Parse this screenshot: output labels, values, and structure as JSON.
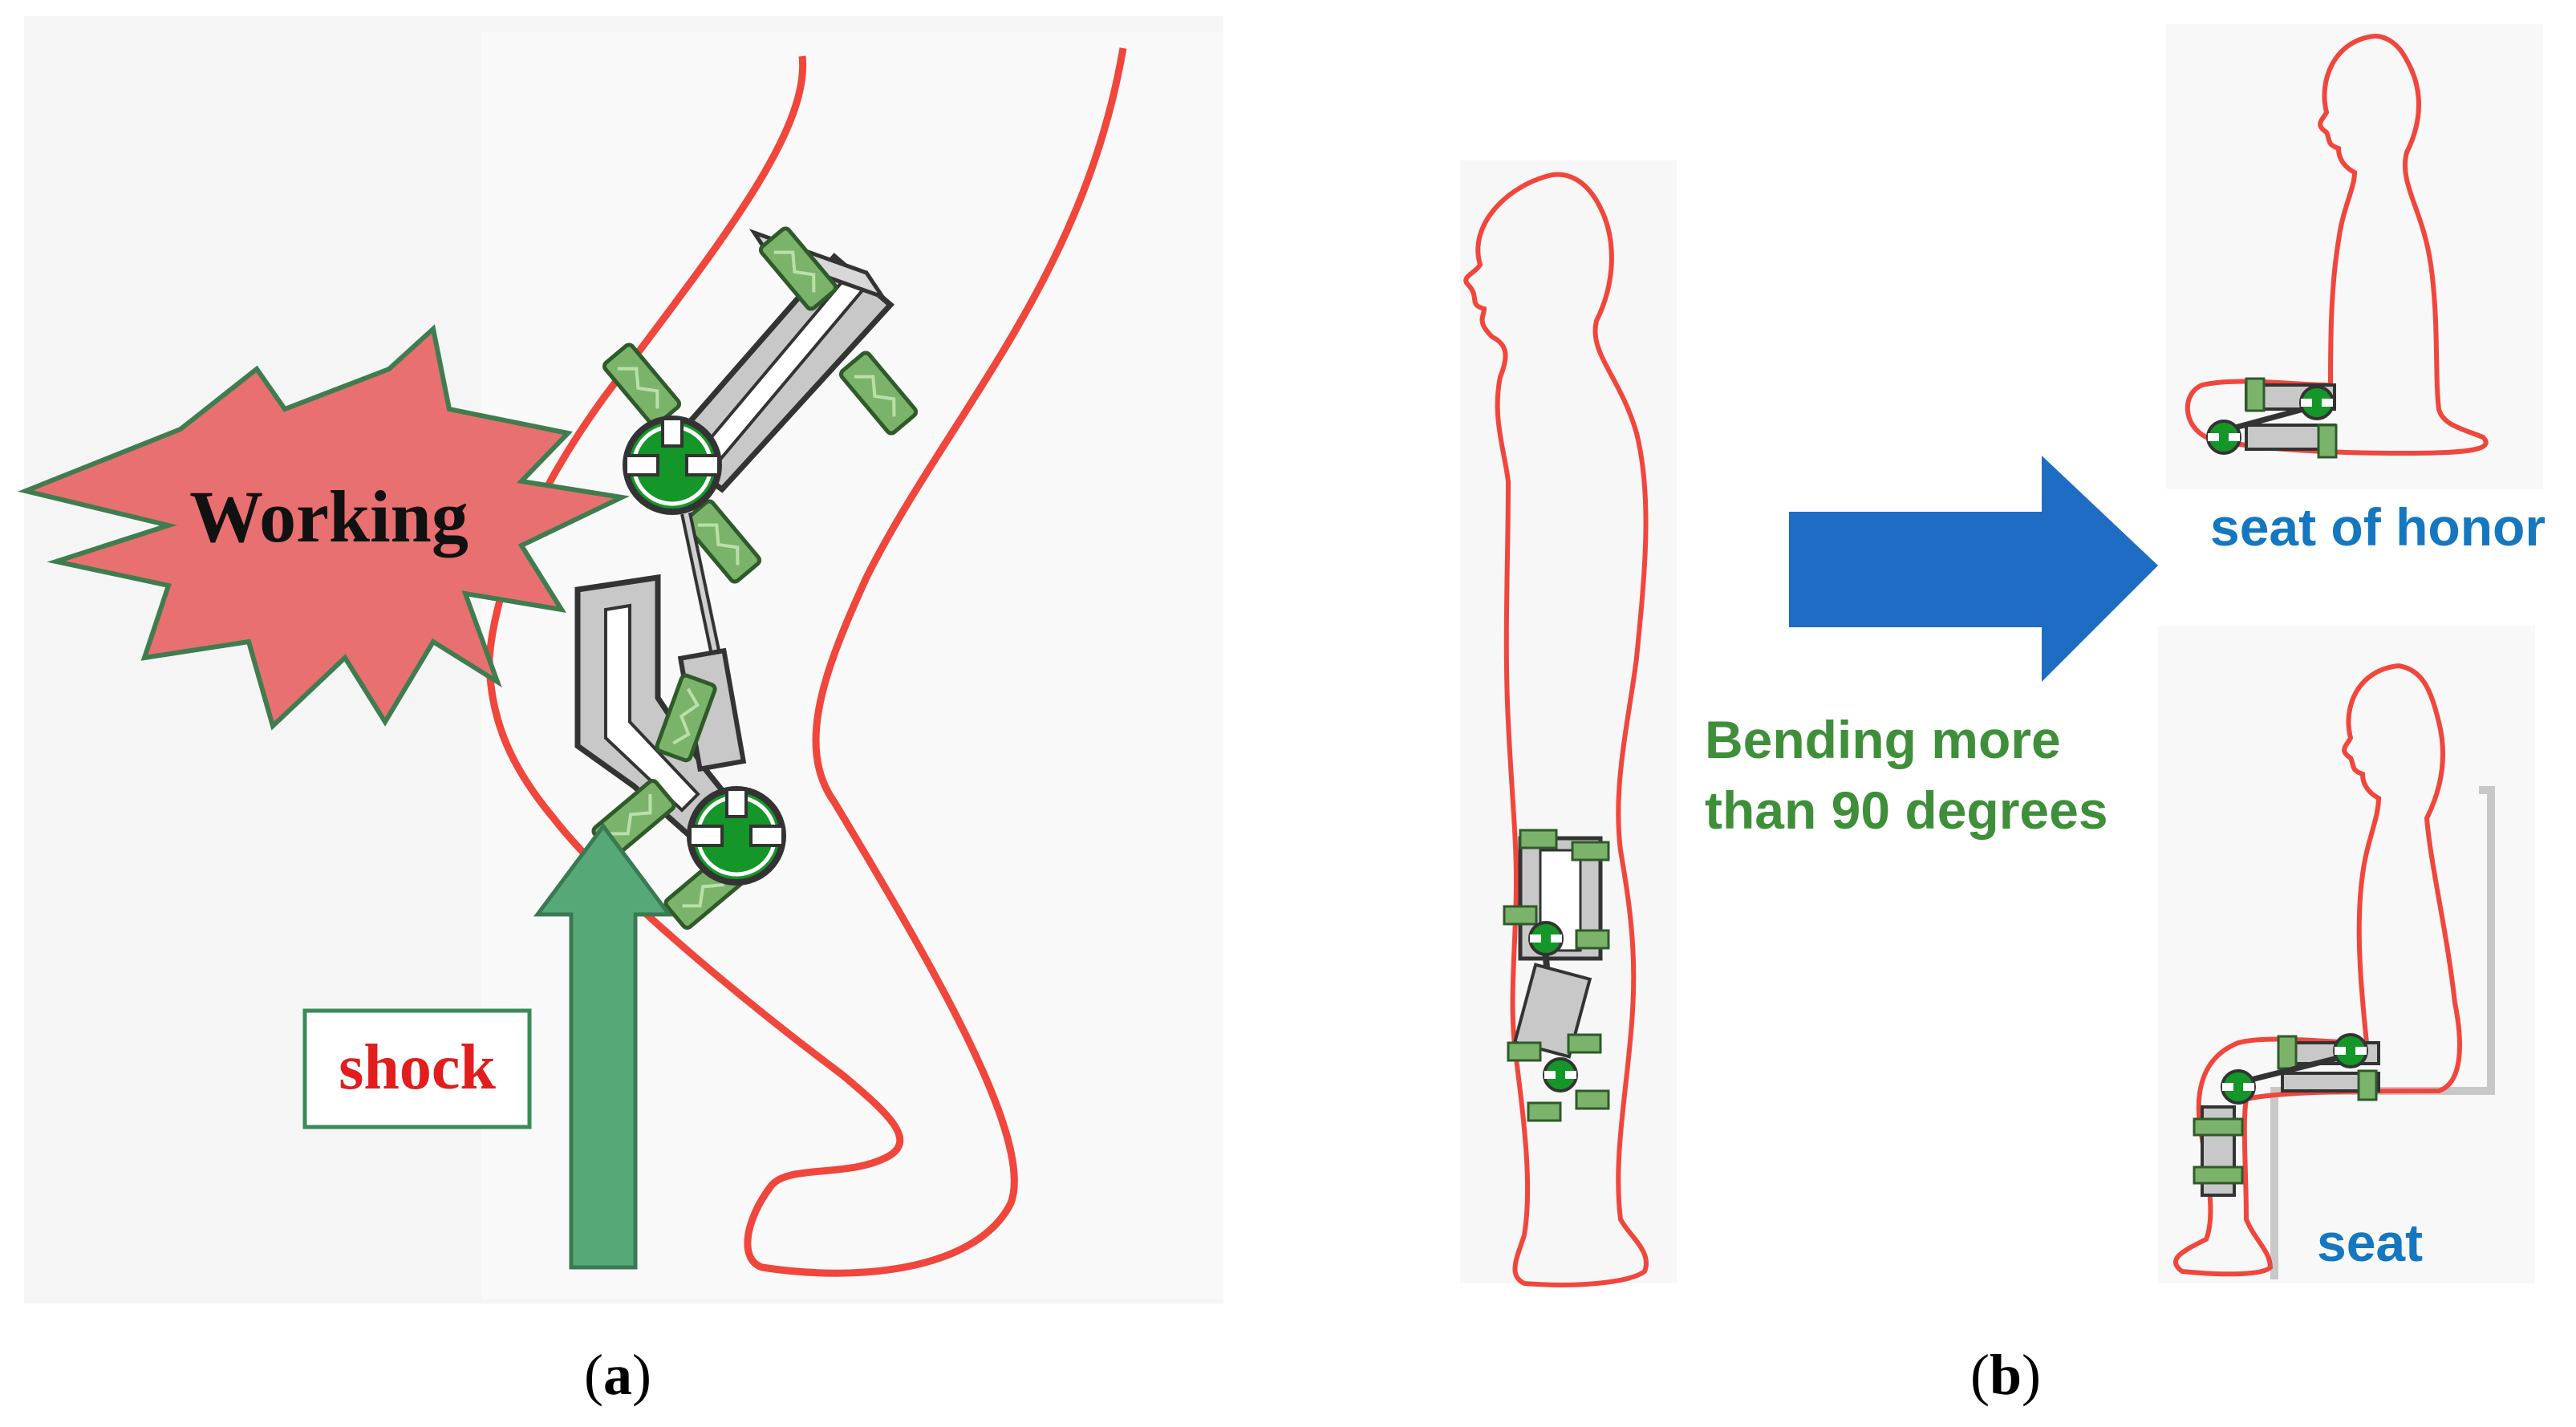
{
  "panel_a": {
    "burst_label": "Working",
    "shock_label": "shock",
    "caption_open": "(",
    "caption_letter": "a",
    "caption_close": ")"
  },
  "panel_b": {
    "arrow_label_line1": "Bending more",
    "arrow_label_line2": "than 90 degrees",
    "seat_of_honor_label": "seat of honor",
    "seat_label": "seat",
    "caption_open": "(",
    "caption_letter": "b",
    "caption_close": ")"
  },
  "colors": {
    "outline_red": "#f0463c",
    "device_green": "#149628",
    "pad_green": "#7cb36a",
    "metal_gray": "#c8c8c8",
    "burst_fill": "#e87070",
    "burst_stroke": "#3f7d4f",
    "shock_arrow": "#56a877",
    "blue_arrow": "#1f6cc4",
    "bending_text": "#3f8f3a",
    "seat_text": "#1577bf",
    "shock_text": "#e11d1d"
  }
}
